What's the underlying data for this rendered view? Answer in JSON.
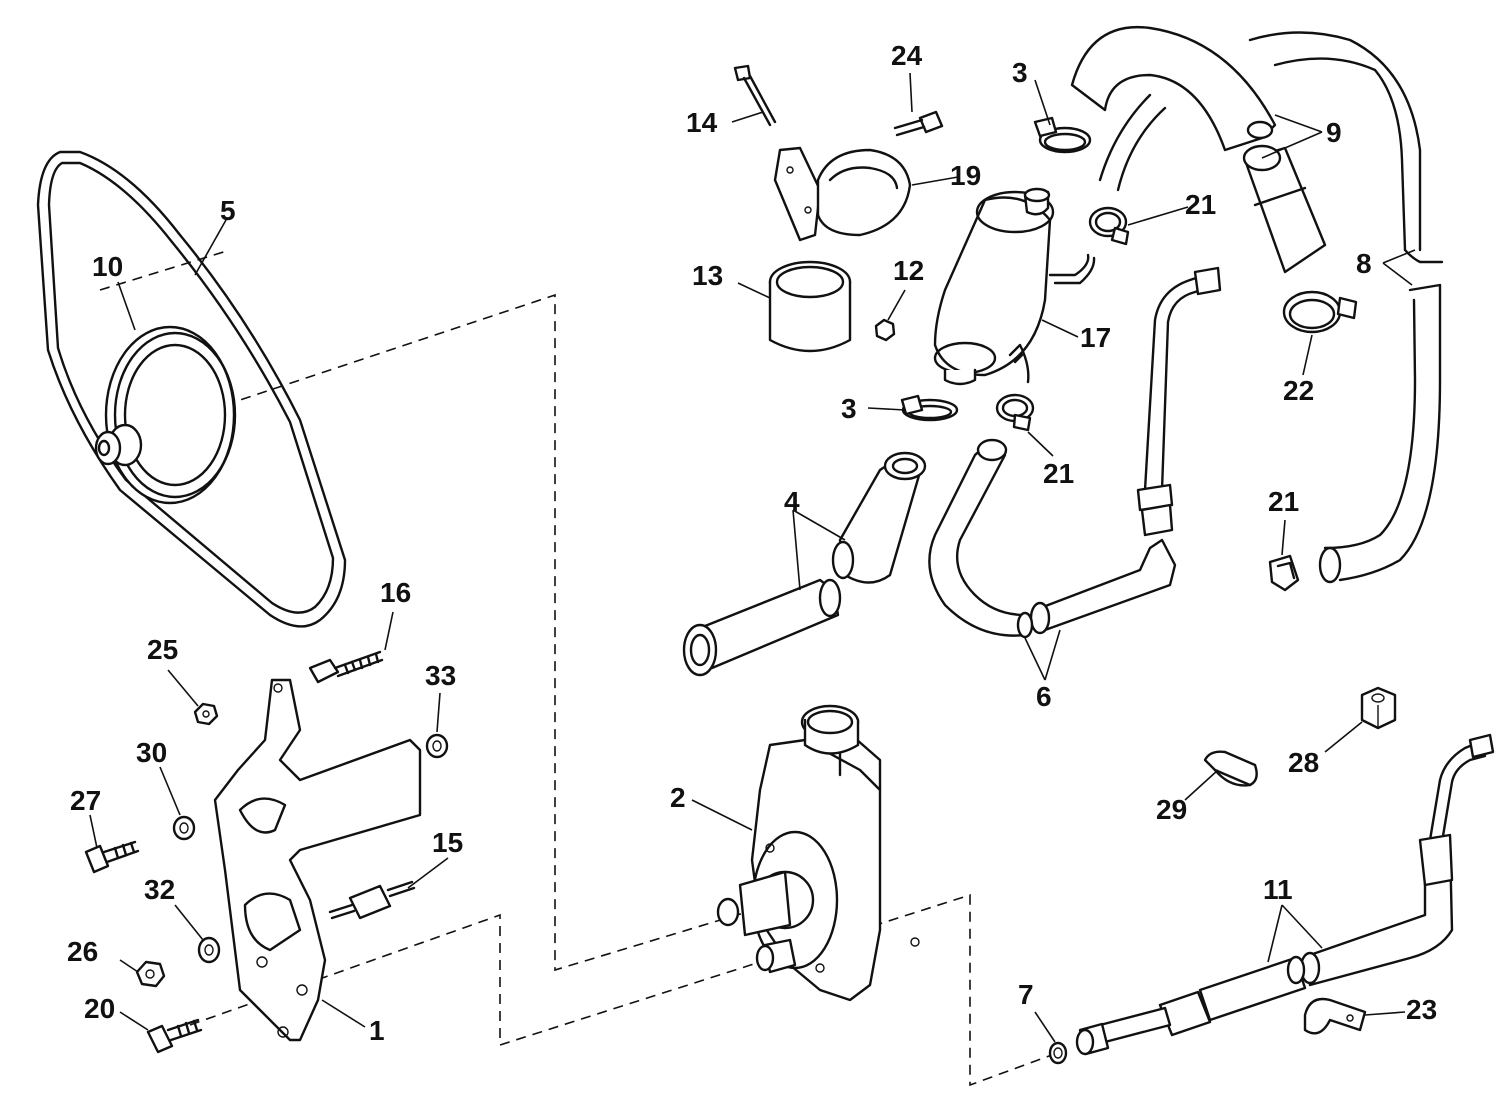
{
  "callouts": [
    {
      "id": "1",
      "text": "1"
    },
    {
      "id": "2",
      "text": "2"
    },
    {
      "id": "3a",
      "text": "3"
    },
    {
      "id": "3b",
      "text": "3"
    },
    {
      "id": "4",
      "text": "4"
    },
    {
      "id": "5",
      "text": "5"
    },
    {
      "id": "6",
      "text": "6"
    },
    {
      "id": "7",
      "text": "7"
    },
    {
      "id": "8",
      "text": "8"
    },
    {
      "id": "9",
      "text": "9"
    },
    {
      "id": "10",
      "text": "10"
    },
    {
      "id": "11",
      "text": "11"
    },
    {
      "id": "12",
      "text": "12"
    },
    {
      "id": "13",
      "text": "13"
    },
    {
      "id": "14",
      "text": "14"
    },
    {
      "id": "15",
      "text": "15"
    },
    {
      "id": "16",
      "text": "16"
    },
    {
      "id": "17",
      "text": "17"
    },
    {
      "id": "19",
      "text": "19"
    },
    {
      "id": "20",
      "text": "20"
    },
    {
      "id": "21a",
      "text": "21"
    },
    {
      "id": "21b",
      "text": "21"
    },
    {
      "id": "21c",
      "text": "21"
    },
    {
      "id": "22",
      "text": "22"
    },
    {
      "id": "23",
      "text": "23"
    },
    {
      "id": "24",
      "text": "24"
    },
    {
      "id": "25",
      "text": "25"
    },
    {
      "id": "26",
      "text": "26"
    },
    {
      "id": "27",
      "text": "27"
    },
    {
      "id": "28",
      "text": "28"
    },
    {
      "id": "29",
      "text": "29"
    },
    {
      "id": "30",
      "text": "30"
    },
    {
      "id": "32",
      "text": "32"
    },
    {
      "id": "33",
      "text": "33"
    }
  ],
  "colors": {
    "ink": "#111111",
    "paper": "#ffffff"
  }
}
